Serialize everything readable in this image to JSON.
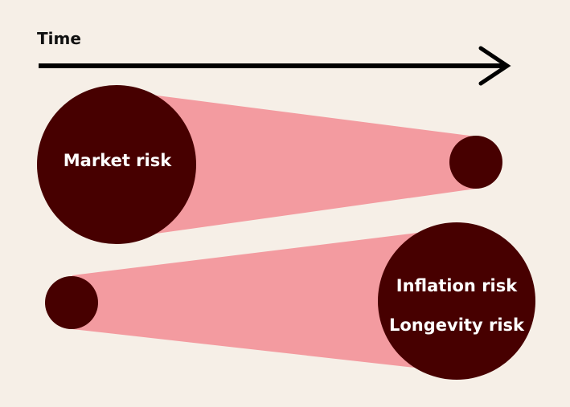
{
  "axis": {
    "label": "Time"
  },
  "risks": {
    "market": "Market risk",
    "inflation": "Inflation risk",
    "longevity": "Longevity risk"
  },
  "colors": {
    "background": "#f6efe7",
    "circle": "#470000",
    "cone": "#f39ba0",
    "arrow": "#000000",
    "label_text": "#ffffff"
  }
}
